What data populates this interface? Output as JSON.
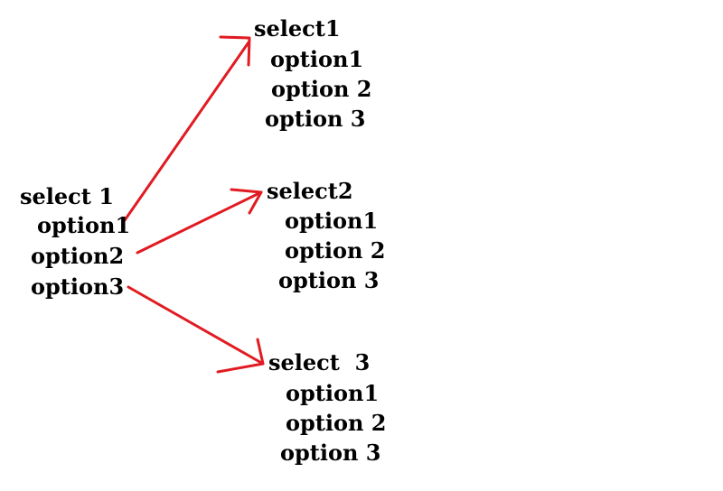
{
  "colors": {
    "text": "#000000",
    "arrow": "#e11b22",
    "background": "#ffffff"
  },
  "source": {
    "title": "select 1",
    "options": [
      "option1",
      "option2",
      "option3"
    ]
  },
  "targets": [
    {
      "title": "select1",
      "options": [
        "option1",
        "option 2",
        "option 3"
      ]
    },
    {
      "title": "select2",
      "options": [
        "option1",
        "option 2",
        "option 3"
      ]
    },
    {
      "title": "select  3",
      "options": [
        "option1",
        "option 2",
        "option 3"
      ]
    }
  ]
}
